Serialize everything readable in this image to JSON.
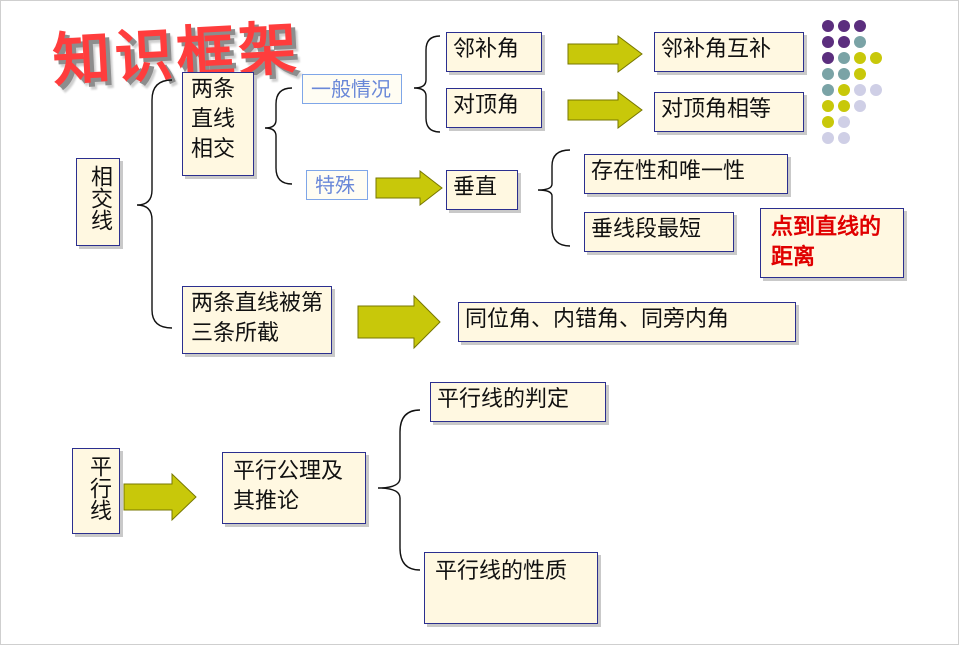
{
  "title": "知识框架",
  "colors": {
    "box_border": "#2b2f8f",
    "box_fill": "#fff8e1",
    "arrow": "#c8c80a",
    "red_text": "#e00000",
    "light_text": "#6a88d8"
  },
  "left": {
    "xiangjiao": "相交线",
    "pingxing": "平行线"
  },
  "branch1": {
    "node": "两条直线相交",
    "general": "一般情况",
    "special": "特殊",
    "linbujiao": "邻补角",
    "linbujiao_result": "邻补角互补",
    "duidingjiao": "对顶角",
    "duidingjiao_result": "对顶角相等",
    "chuizhi": "垂直",
    "cunzai": "存在性和唯一性",
    "zuiduan": "垂线段最短",
    "distance": "点到直线的距离"
  },
  "branch2": {
    "node": "两条直线被第三条所截",
    "angles": "同位角、内错角、同旁内角"
  },
  "parallel": {
    "axiom": "平行公理及其推论",
    "judge": "平行线的判定",
    "property": "平行线的性质"
  },
  "decor": {
    "dot_colors": [
      "#5b2e7e",
      "#7aa3a6",
      "#c8c80a",
      "#cfcfe6"
    ]
  }
}
